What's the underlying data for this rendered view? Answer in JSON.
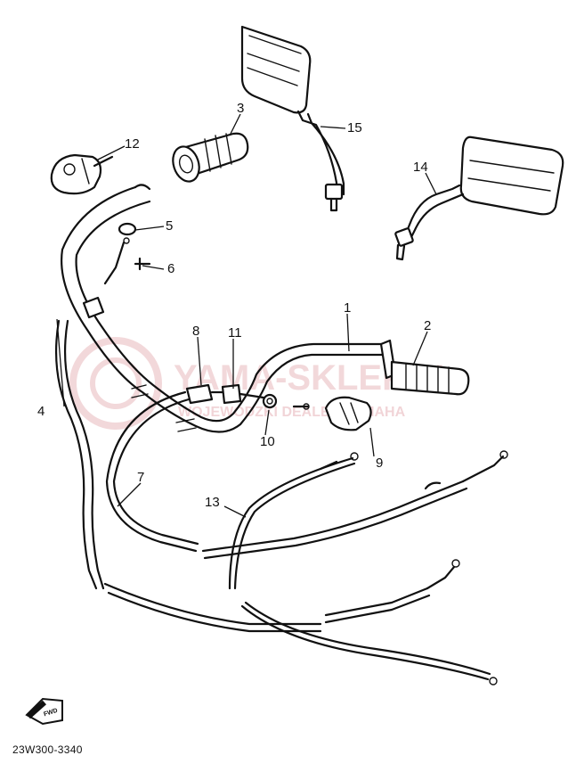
{
  "watermark": {
    "brand": "YAMA-SKLEP.PL",
    "tagline": "WOJEWÓDZKI DEALER YAMAHA",
    "color": "#e9b9bd"
  },
  "diagram_code": "23W300-3340",
  "fwd_label": "FWD",
  "callouts": {
    "c1": "1",
    "c2": "2",
    "c3": "3",
    "c4": "4",
    "c5": "5",
    "c6": "6",
    "c7": "7",
    "c8": "8",
    "c9": "9",
    "c10": "10",
    "c11": "11",
    "c12": "12",
    "c13": "13",
    "c14": "14",
    "c15": "15"
  }
}
